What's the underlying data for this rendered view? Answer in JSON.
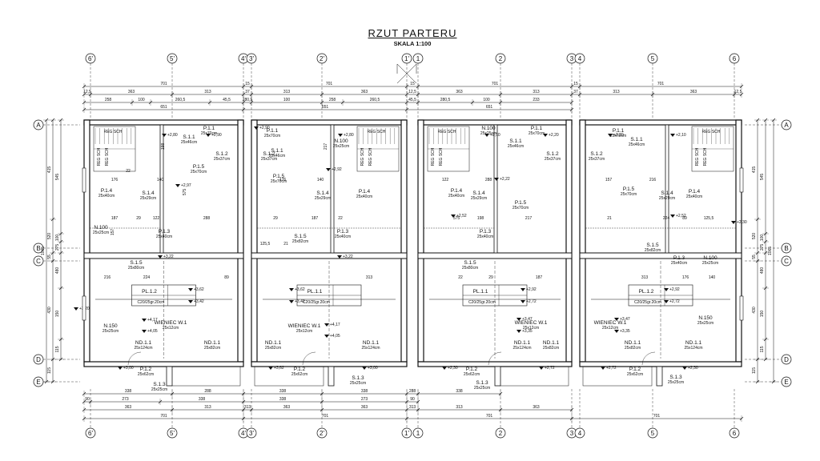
{
  "header": {
    "title": "RZUT PARTERU",
    "scale": "SKALA 1:100"
  },
  "axes": {
    "cols_top": [
      "6'",
      "5'",
      "4'",
      "3'",
      "2'",
      "1'",
      "1",
      "2",
      "3",
      "4",
      "5",
      "6"
    ],
    "cols_bottom": [
      "6'",
      "5'",
      "4'",
      "3'",
      "2'",
      "1'",
      "1",
      "2",
      "3",
      "4",
      "5",
      "6"
    ],
    "rows": [
      "A",
      "B",
      "C",
      "D",
      "E"
    ]
  },
  "dims_top_row1": [
    "701",
    "15",
    "701",
    "15",
    "701",
    "15",
    "701"
  ],
  "dims_top_row2": [
    "12,5",
    "363",
    "313",
    "37",
    "313",
    "363",
    "12,5",
    "363",
    "313",
    "37",
    "313",
    "363",
    "12,5"
  ],
  "dims_top_row3": [
    "258",
    "100",
    "260,5",
    "45,5",
    "280,5",
    "100",
    "258",
    "260,5",
    "45,5",
    "280,5",
    "100",
    "233"
  ],
  "dims_top_row4": [
    "651",
    "651",
    "651"
  ],
  "dims_bottom_row1": [
    "338",
    "288",
    "338",
    "338",
    "288",
    "338"
  ],
  "dims_bottom_row2": [
    "90",
    "273",
    "338",
    "338",
    "273",
    "90"
  ],
  "dims_bottom_row3": [
    "363",
    "313",
    "313",
    "363",
    "363",
    "313",
    "313",
    "363"
  ],
  "dims_bottom_row4": [
    "701",
    "701",
    "701",
    "701"
  ],
  "dims_left": [
    "415",
    "545",
    "520",
    "100",
    "1065",
    "275",
    "55",
    "430",
    "480",
    "150",
    "115",
    "12,5"
  ],
  "dims_right": [
    "415",
    "545",
    "520",
    "100",
    "1065",
    "275",
    "55",
    "430",
    "480",
    "150",
    "115"
  ],
  "labels": {
    "reg_schody": "REG SCH",
    "s11": "S.1.1",
    "s11_size": "25x46cm",
    "s12": "S.1.2",
    "s12_size": "25x37cm",
    "s13": "S.1.3",
    "s13_size": "25x25cm",
    "s14": "S.1.4",
    "s14_size": "25x29cm",
    "s15": "S.1.5",
    "s15_size": "25x82cm",
    "s15b_size": "25x80cm",
    "p11": "P.1.1",
    "p11_size": "25x70cm",
    "p12": "P.1.2",
    "p12_size": "25x62cm",
    "p13": "P.1.3",
    "p13_size": "25x40cm",
    "p14": "P.1.4",
    "p14_size": "25x40cm",
    "p15": "P.1.5",
    "p15_size": "25x70cm",
    "n100": "N.100",
    "n100_size": "25x25cm",
    "n150": "N.150",
    "n150_size": "25x25cm",
    "nd11": "ND.1.1",
    "nd11_size_a": "25x124cm",
    "nd11_size_b": "25x82cm",
    "wieniec": "WIENIEC W.1",
    "wieniec_size": "25x12cm",
    "pl11": "PL.1.1",
    "pl12": "PL.1.2",
    "pl_spec": "C20/25",
    "pl_thick": "gr.20cm"
  },
  "levels": {
    "u1_a": "+2,80",
    "u1_b": "+2,90",
    "u1_c": "+3,22",
    "u1_d": "+3,62",
    "u1_e": "+3,42",
    "u1_f": "+4,17",
    "u1_g": "+4,05",
    "u1_h": "+3,00",
    "u1_i": "+2,97",
    "u1_j": "+3,20",
    "u2_a": "+2,90",
    "u2_b": "+2,80",
    "u2_c": "+3,22",
    "u2_d": "+3,62",
    "u2_e": "+3,42",
    "u2_f": "+4,17",
    "u2_g": "+4,05",
    "u2_h": "+3,62",
    "u2_i": "+3,00",
    "u2_j": "+2,92",
    "u3_a": "+2,10",
    "u3_b": "+2,20",
    "u3_c": "+2,52",
    "u3_d": "+2,92",
    "u3_e": "+2,72",
    "u3_f": "+3,47",
    "u3_g": "+3,35",
    "u3_h": "+2,30",
    "u3_i": "+2,72",
    "u3_j": "+2,22",
    "u4_a": "+2,20",
    "u4_b": "+2,10",
    "u4_c": "+2,52",
    "u4_d": "+2,92",
    "u4_e": "+2,72",
    "u4_f": "+3,47",
    "u4_g": "+3,35",
    "u4_h": "+2,72",
    "u4_i": "+2,30",
    "u4_j": "+2,30"
  },
  "inner_dims": [
    "176",
    "140",
    "22",
    "187",
    "29",
    "122",
    "288",
    "575",
    "198",
    "217",
    "157",
    "216",
    "224",
    "89",
    "125,5",
    "21",
    "313"
  ]
}
